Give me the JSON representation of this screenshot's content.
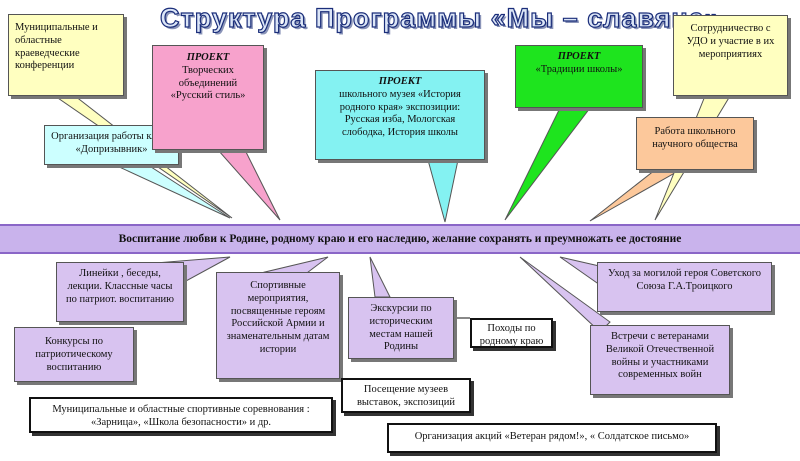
{
  "title": "Структура Программы «Мы – славяне»",
  "central_goal": "Воспитание любви к Родине, родному краю и его наследию, желание сохранять и преумножать ее достояние",
  "top_nodes": {
    "conferences": "Муниципальные и областные краеведческие конференции",
    "club": "Организация работы клуба «Допризывник»",
    "project_style": {
      "label": "ПРОЕКТ",
      "text": "Творческих объединений «Русский стиль»"
    },
    "project_museum": {
      "label": "ПРОЕКТ",
      "text": "школьного музея «История родного края» экспозиции: Русская изба, Мологская слободка, История школы"
    },
    "project_traditions": {
      "label": "ПРОЕКТ",
      "text": "«Традиции школы»"
    },
    "cooperation": "Сотрудничество с УДО и участие в их мероприятиях",
    "science_society": "Работа школьного научного общества"
  },
  "bottom_nodes": {
    "lineups": "Линейки , беседы, лекции. Классные часы по патриот. воспитанию",
    "contests": "Конкурсы по патриотическому воспитанию",
    "sport_events": "Спортивные мероприятия, посвященные героям Российской Армии и знаменательным датам истории",
    "excursions": "Экскурсии по историческим местам нашей Родины",
    "hikes": "Походы по родному краю",
    "museum_visits": "Посещение музеев выставок, экспозиций",
    "sport_competitions": "Муниципальные и областные спортивные соревнования : «Зарница», «Школа безопасности» и др.",
    "grave_care": "Уход за могилой героя Советского Союза Г.А.Троицкого",
    "veterans_meetings": "Встречи с ветеранами Великой Отечественной войны и участниками современных войн",
    "veteran_actions": "Организация акций «Ветеран рядом!», « Солдатское письмо»"
  },
  "colors": {
    "yellow": "#ffffc0",
    "pink": "#f7a2cc",
    "cyan": "#84f2f2",
    "green": "#1ee41e",
    "light_cyan": "#ccffff",
    "orange": "#fcc89b",
    "lavender": "#d8c3f0",
    "band": "#c9b3ec"
  }
}
